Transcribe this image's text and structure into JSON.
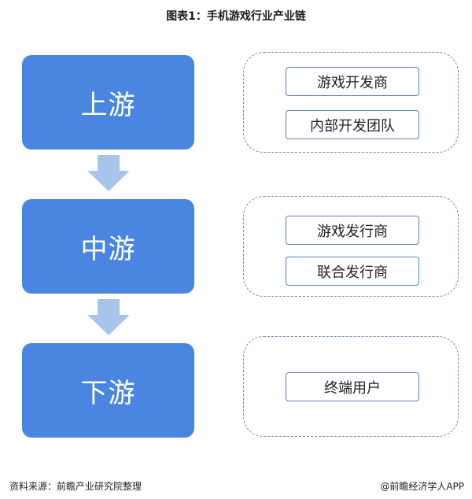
{
  "title": "图表1：手机游戏行业产业链",
  "stages": [
    {
      "label": "上游",
      "items": [
        "游戏开发商",
        "内部开发团队"
      ]
    },
    {
      "label": "中游",
      "items": [
        "游戏发行商",
        "联合发行商"
      ]
    },
    {
      "label": "下游",
      "items": [
        "终端用户"
      ]
    }
  ],
  "footer": {
    "source": "资料来源：前瞻产业研究院整理",
    "brand": "@前瞻经济学人APP"
  },
  "colors": {
    "stage_fill": "#4a86e0",
    "arrow_fill": "#a9c4eb",
    "group_border": "#6c8fbf"
  }
}
